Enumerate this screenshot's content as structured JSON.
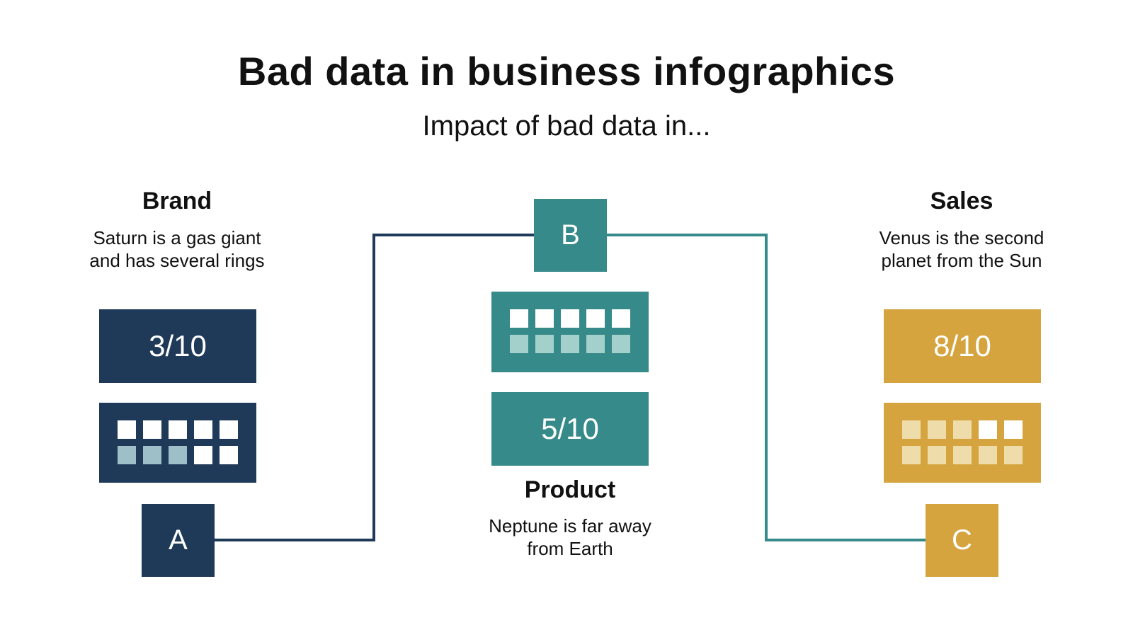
{
  "title": "Bad data in business infographics",
  "subtitle": "Impact of bad data in...",
  "colors": {
    "navy": "#1F3A58",
    "teal": "#368B8A",
    "gold": "#D5A43E",
    "navy_light": "#9EBFC7",
    "teal_light": "#A3D0CB",
    "gold_light": "#EEDCAA",
    "white": "#FFFFFF"
  },
  "categories": [
    {
      "key": "brand",
      "letter": "A",
      "title": "Brand",
      "description": "Saturn is a gas giant\nand has several rings",
      "score_text": "3/10",
      "score": 3,
      "max": 10,
      "color": "navy"
    },
    {
      "key": "product",
      "letter": "B",
      "title": "Product",
      "description": "Neptune is far away\nfrom Earth",
      "score_text": "5/10",
      "score": 5,
      "max": 10,
      "color": "teal"
    },
    {
      "key": "sales",
      "letter": "C",
      "title": "Sales",
      "description": "Venus is the second\nplanet from the Sun",
      "score_text": "8/10",
      "score": 8,
      "max": 10,
      "color": "gold"
    }
  ]
}
